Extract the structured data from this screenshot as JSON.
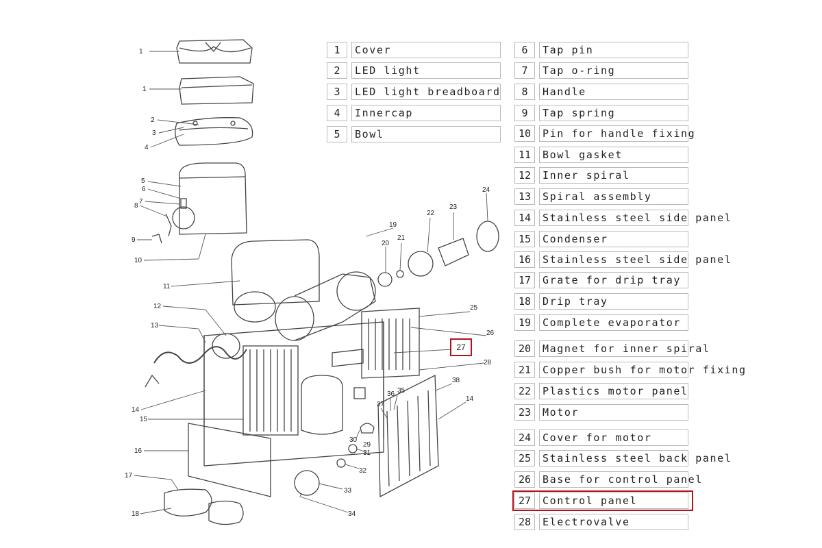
{
  "parts_left": [
    {
      "num": "1",
      "name": "Cover"
    },
    {
      "num": "2",
      "name": "LED light"
    },
    {
      "num": "3",
      "name": "LED light breadboard"
    },
    {
      "num": "4",
      "name": "Innercap"
    },
    {
      "num": "5",
      "name": "Bowl"
    }
  ],
  "parts_right": [
    {
      "num": "6",
      "name": "Tap pin"
    },
    {
      "num": "7",
      "name": "Tap o-ring"
    },
    {
      "num": "8",
      "name": "Handle"
    },
    {
      "num": "9",
      "name": "Tap spring"
    },
    {
      "num": "10",
      "name": "Pin for handle fixing"
    },
    {
      "num": "11",
      "name": "Bowl gasket"
    },
    {
      "num": "12",
      "name": "Inner spiral"
    },
    {
      "num": "13",
      "name": "Spiral assembly"
    },
    {
      "num": "14",
      "name": "Stainless steel side panel"
    },
    {
      "num": "15",
      "name": "Condenser"
    },
    {
      "num": "16",
      "name": "Stainless steel side panel"
    },
    {
      "num": "17",
      "name": "Grate for drip tray"
    },
    {
      "num": "18",
      "name": "Drip tray"
    },
    {
      "num": "19",
      "name": "Complete evaporator"
    },
    {
      "num": "20",
      "name": "Magnet for inner spiral"
    },
    {
      "num": "21",
      "name": "Copper bush for motor fixing"
    },
    {
      "num": "22",
      "name": "Plastics motor panel"
    },
    {
      "num": "23",
      "name": "Motor"
    },
    {
      "num": "24",
      "name": "Cover for motor"
    },
    {
      "num": "25",
      "name": "Stainless steel back panel"
    },
    {
      "num": "26",
      "name": "Base for control panel"
    },
    {
      "num": "27",
      "name": "Control panel"
    },
    {
      "num": "28",
      "name": "Electrovalve"
    }
  ],
  "highlighted_part": "27",
  "highlight_color": "#b3121c",
  "callouts": [
    "1",
    "1",
    "2",
    "3",
    "4",
    "5",
    "6",
    "7",
    "8",
    "9",
    "10",
    "11",
    "12",
    "13",
    "14",
    "15",
    "16",
    "17",
    "18",
    "19",
    "20",
    "21",
    "22",
    "23",
    "24",
    "25",
    "26",
    "28",
    "29",
    "30",
    "31",
    "32",
    "33",
    "34",
    "35",
    "36",
    "37",
    "38",
    "14"
  ],
  "callout_27": "27"
}
